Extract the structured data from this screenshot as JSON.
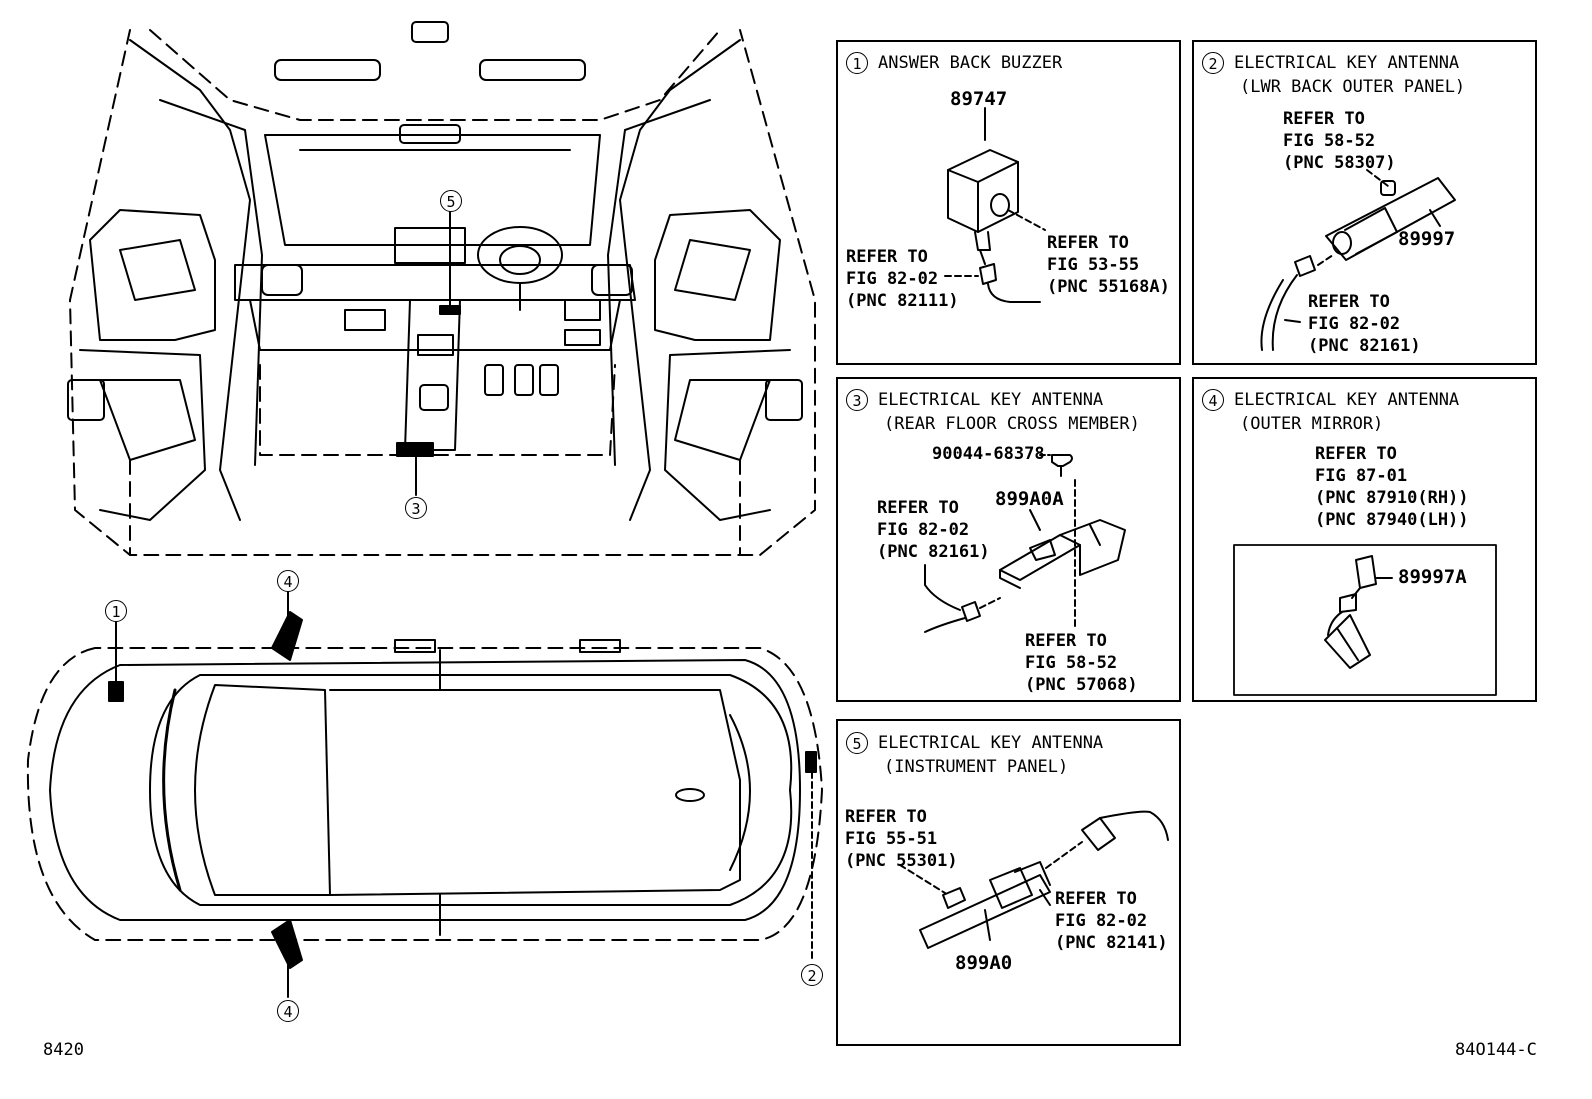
{
  "footer": {
    "page_number": "8420",
    "figure_code": "84O144-C"
  },
  "callouts": [
    "1",
    "2",
    "3",
    "4",
    "5"
  ],
  "panels": [
    {
      "num": "1",
      "title": "ANSWER BACK BUZZER",
      "part": "89747",
      "refs": [
        [
          "REFER TO",
          "FIG 82-02",
          "(PNC 82111)"
        ],
        [
          "REFER TO",
          "FIG 53-55",
          "(PNC 55168A)"
        ]
      ]
    },
    {
      "num": "2",
      "title": "ELECTRICAL KEY ANTENNA",
      "subtitle": "(LWR BACK OUTER PANEL)",
      "part": "89997",
      "refs": [
        [
          "REFER TO",
          "FIG 58-52",
          "(PNC 58307)"
        ],
        [
          "REFER TO",
          "FIG 82-02",
          "(PNC 82161)"
        ]
      ]
    },
    {
      "num": "3",
      "title": "ELECTRICAL KEY ANTENNA",
      "subtitle": "(REAR FLOOR CROSS MEMBER)",
      "part": "899A0A",
      "bolt": "90044-68378",
      "refs": [
        [
          "REFER TO",
          "FIG 82-02",
          "(PNC 82161)"
        ],
        [
          "REFER TO",
          "FIG 58-52",
          "(PNC 57068)"
        ]
      ]
    },
    {
      "num": "4",
      "title": "ELECTRICAL KEY ANTENNA",
      "subtitle": "(OUTER MIRROR)",
      "part": "89997A",
      "refs": [
        [
          "REFER TO",
          "FIG 87-01",
          "(PNC 87910(RH))",
          "(PNC 87940(LH))"
        ]
      ]
    },
    {
      "num": "5",
      "title": "ELECTRICAL KEY ANTENNA",
      "subtitle": "(INSTRUMENT PANEL)",
      "part": "899A0",
      "refs": [
        [
          "REFER TO",
          "FIG 55-51",
          "(PNC 55301)"
        ],
        [
          "REFER TO",
          "FIG 82-02",
          "(PNC 82141)"
        ]
      ]
    }
  ]
}
